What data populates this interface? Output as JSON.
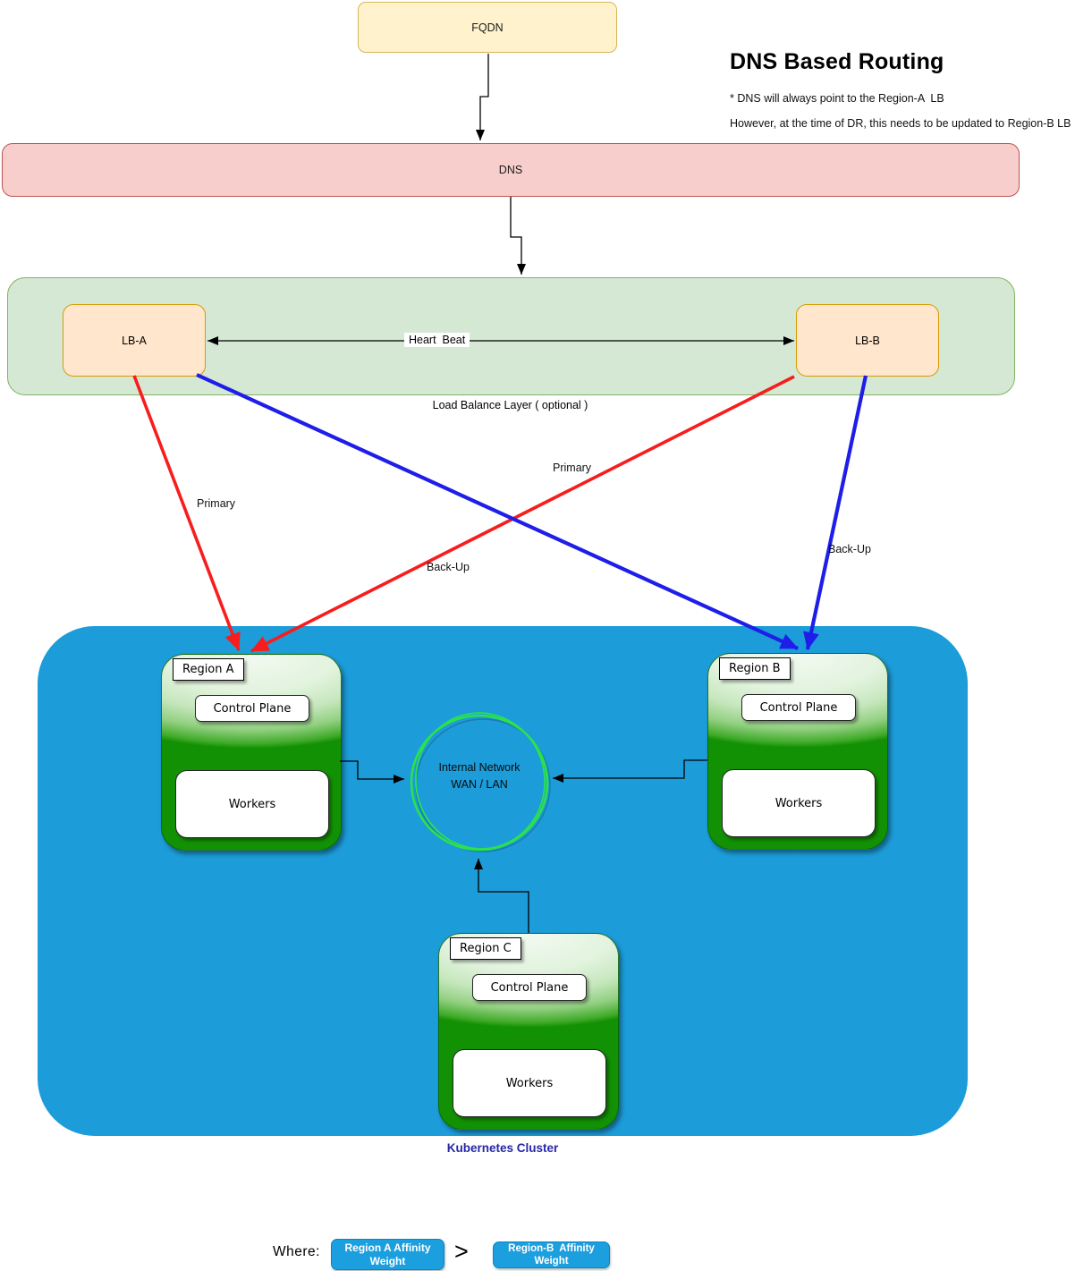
{
  "header": {
    "title": "DNS Based Routing",
    "note_line1": "* DNS will always point to the Region-A  LB",
    "note_line2": "However, at the time of DR, this needs to be updated to Region-B LB"
  },
  "nodes": {
    "fqdn_label": "FQDN",
    "dns_label": "DNS",
    "lb_a_label": "LB-A",
    "lb_b_label": "LB-B",
    "heartbeat_label": "Heart  Beat",
    "lb_layer_caption": "Load Balance Layer ( optional )",
    "internal_network_line1": "Internal Network",
    "internal_network_line2": "WAN / LAN",
    "cluster_caption": "Kubernetes Cluster"
  },
  "edge_labels": {
    "primary_from_lba": "Primary",
    "primary_from_lbb": "Primary",
    "backup_from_lba": "Back-Up",
    "backup_from_lbb": "Back-Up"
  },
  "regions": [
    {
      "name": "Region A",
      "control_plane": "Control Plane",
      "workers": "Workers"
    },
    {
      "name": "Region B",
      "control_plane": "Control Plane",
      "workers": "Workers"
    },
    {
      "name": "Region C",
      "control_plane": "Control Plane",
      "workers": "Workers"
    }
  ],
  "legend": {
    "where_label": "Where:",
    "left_chip": "Region A Affinity Weight",
    "operator": ">",
    "right_chip": "Region-B  Affinity Weight"
  },
  "colors": {
    "fqdn_fill": "#FFF2CC",
    "fqdn_border": "#D6B656",
    "dns_fill": "#F8CECC",
    "dns_border": "#B85450",
    "lb_layer_fill": "#D5E8D4",
    "lb_layer_border": "#82B366",
    "lb_fill": "#FFE6CC",
    "lb_border": "#D79B00",
    "cluster_fill": "#1C9CD9",
    "region_green": "#129104",
    "primary_arrow_color": "#F81D1D",
    "backup_arrow_color": "#1E1EE8",
    "network_ring_color": "#2BE24C",
    "chip_fill": "#1C9FDE",
    "cluster_caption_color": "#2626A8"
  }
}
